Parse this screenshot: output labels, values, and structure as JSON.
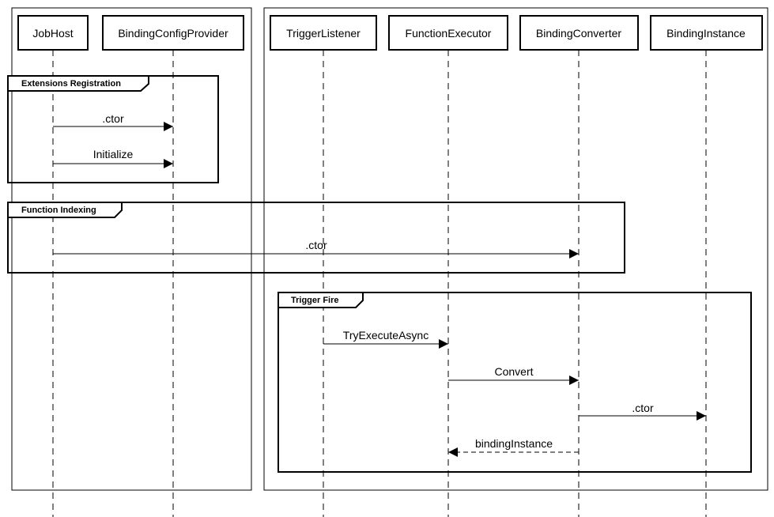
{
  "participants": {
    "jobhost": "JobHost",
    "bindingconfigprovider": "BindingConfigProvider",
    "triggerlistener": "TriggerListener",
    "functionexecutor": "FunctionExecutor",
    "bindingconverter": "BindingConverter",
    "bindinginstance": "BindingInstance"
  },
  "fragments": {
    "extensions_registration": "Extensions Registration",
    "function_indexing": "Function Indexing",
    "trigger_fire": "Trigger Fire"
  },
  "messages": {
    "ctor_config": ".ctor",
    "initialize": "Initialize",
    "ctor_converter": ".ctor",
    "try_execute_async": "TryExecuteAsync",
    "convert": "Convert",
    "ctor_instance": ".ctor",
    "binding_instance_return": "bindingInstance"
  }
}
